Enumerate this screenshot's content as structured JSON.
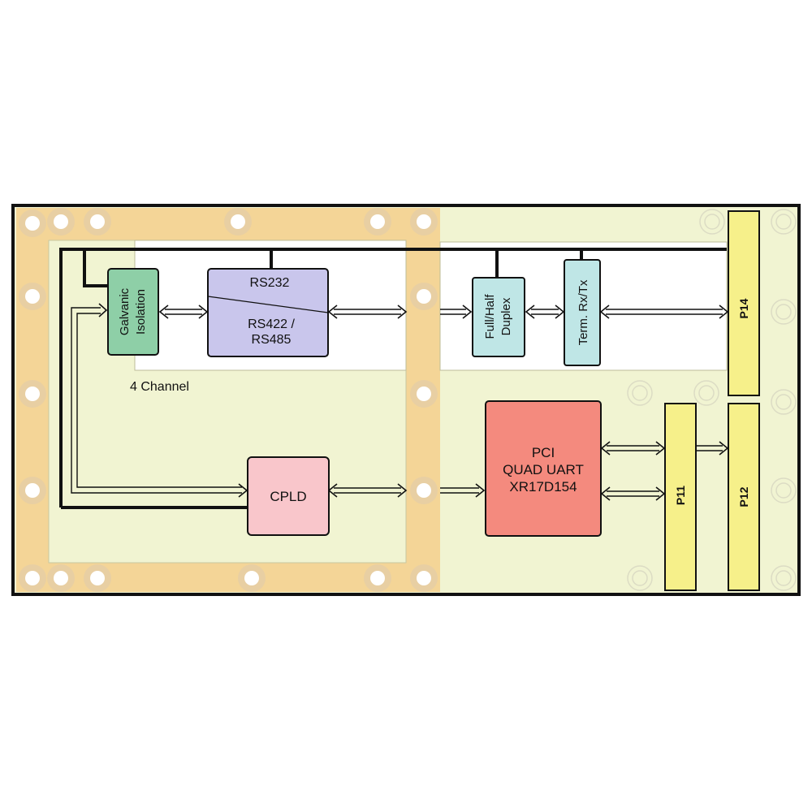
{
  "diagram": {
    "blocks": {
      "galvanic": "Galvanic Isolation",
      "galvanic_line1": "Galvanic",
      "galvanic_line2": "Isolation",
      "rs232": "RS232",
      "rs422_line1": "RS422 /",
      "rs422_line2": "RS485",
      "duplex_line1": "Full/Half",
      "duplex_line2": "Duplex",
      "term": "Term. Rx/Tx",
      "cpld": "CPLD",
      "uart_line1": "PCI",
      "uart_line2": "QUAD UART",
      "uart_line3": "XR17D154"
    },
    "channel_label": "4 Channel",
    "connectors": {
      "p14": "P14",
      "p11": "P11",
      "p12": "P12"
    }
  },
  "colors": {
    "board": "#f1f4d2",
    "frame": "#f4d597",
    "galvanic": "#8ecfa7",
    "rs_block": "#c9c6ec",
    "duplex": "#bfe6e6",
    "cpld": "#f9c6cb",
    "uart": "#f48a7e",
    "connector": "#f6f08a",
    "hole": "#e8cfa3"
  }
}
